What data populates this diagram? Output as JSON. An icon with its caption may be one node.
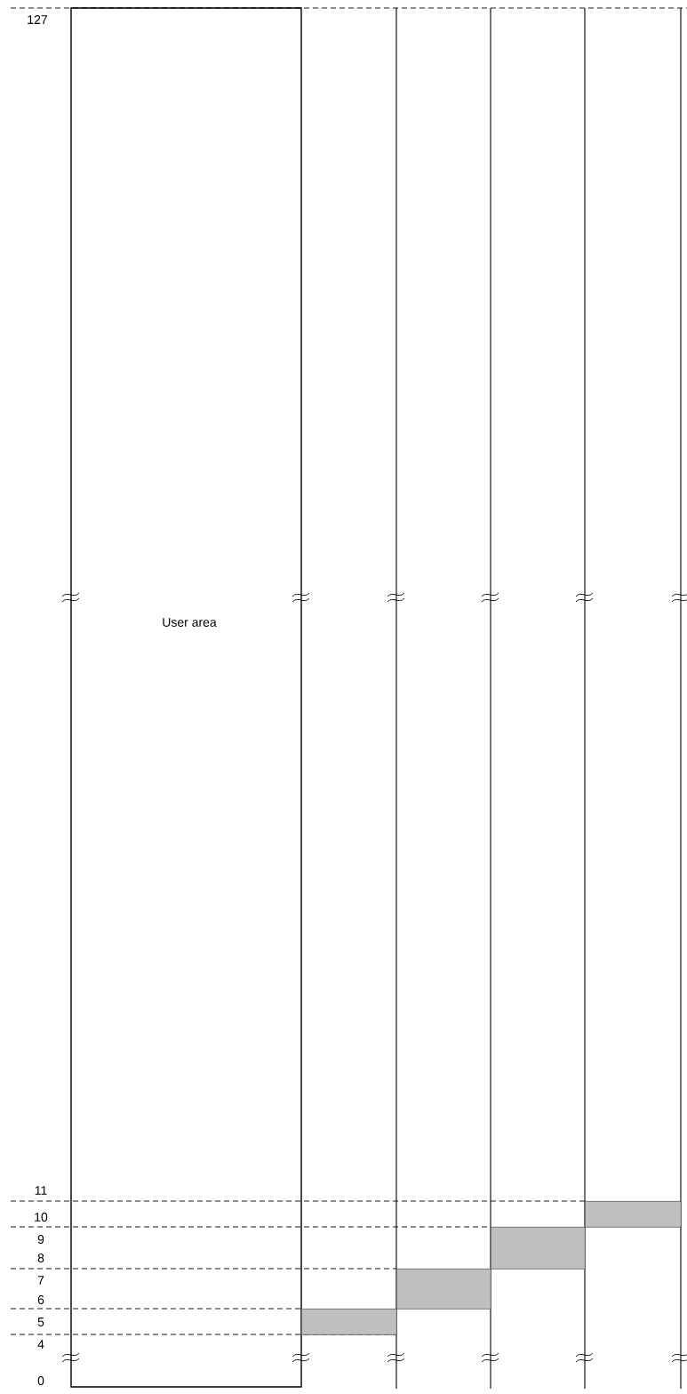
{
  "diagram": {
    "nodes": [
      {
        "text": [
          "User area"
        ]
      },
      {
        "text": [],
        "shape": "box"
      },
      {
        "text": [],
        "shape": "box"
      },
      {
        "text": [],
        "shape": "box"
      },
      {
        "text": [],
        "shape": "box"
      }
    ],
    "labels": [
      "127",
      "11",
      "10",
      "9",
      "8",
      "7",
      "6",
      "5",
      "4",
      "0"
    ]
  }
}
